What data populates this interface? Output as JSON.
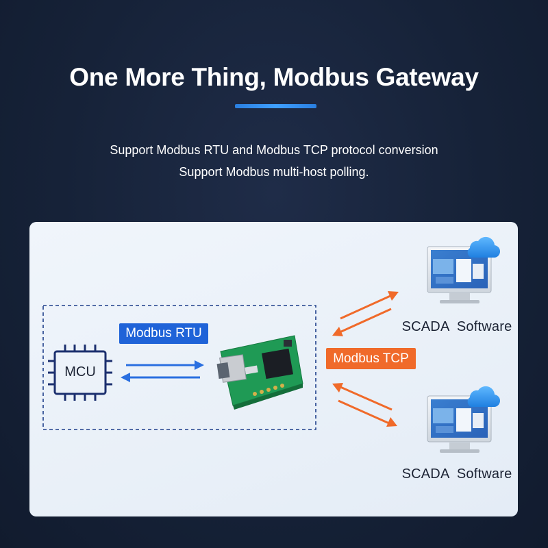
{
  "title": "One More Thing, Modbus Gateway",
  "subtitle_lines": [
    "Support Modbus RTU and Modbus TCP protocol conversion",
    "Support Modbus multi-host polling."
  ],
  "diagram": {
    "mcu_label": "MCU",
    "rtu_label": "Modbus RTU",
    "tcp_label": "Modbus TCP",
    "scada_labels": [
      "SCADA  Software",
      "SCADA  Software"
    ]
  },
  "colors": {
    "background": "#162238",
    "accent_blue": "#1f63d8",
    "accent_orange": "#f06a2a",
    "pcb_green": "#1f9a55"
  }
}
